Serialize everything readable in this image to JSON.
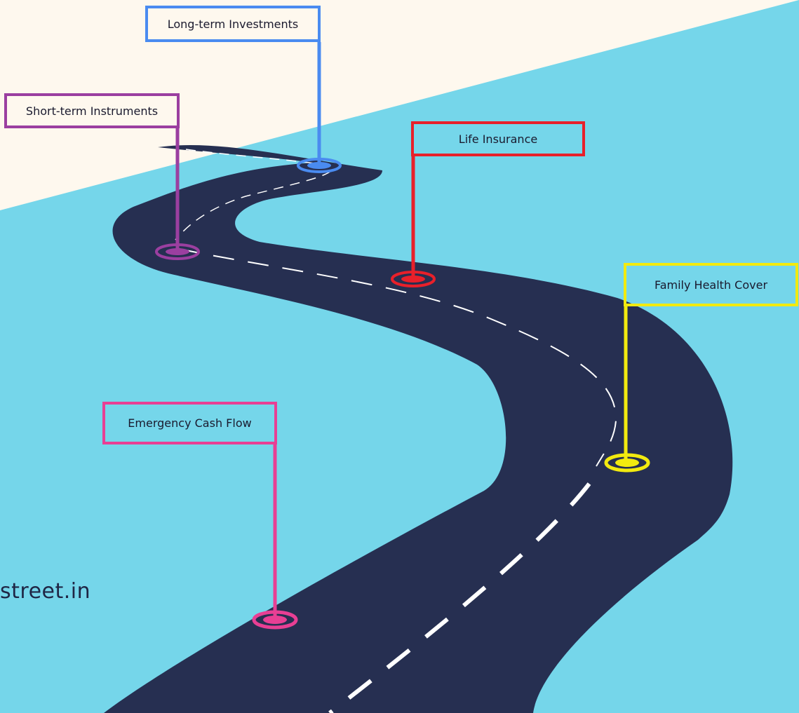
{
  "milestones": [
    {
      "label": "Long-term Investments",
      "color": "#4A8BF0"
    },
    {
      "label": "Short-term Instruments",
      "color": "#9B3FA0"
    },
    {
      "label": "Life Insurance",
      "color": "#E8202A"
    },
    {
      "label": "Family Health Cover",
      "color": "#F2EA0F"
    },
    {
      "label": "Emergency Cash Flow",
      "color": "#E83F94"
    }
  ],
  "watermark": "street.in",
  "colors": {
    "sky": "#FEF8EE",
    "ground": "#75D6EA",
    "road": "#262F51",
    "dash": "#FFFFFF"
  }
}
